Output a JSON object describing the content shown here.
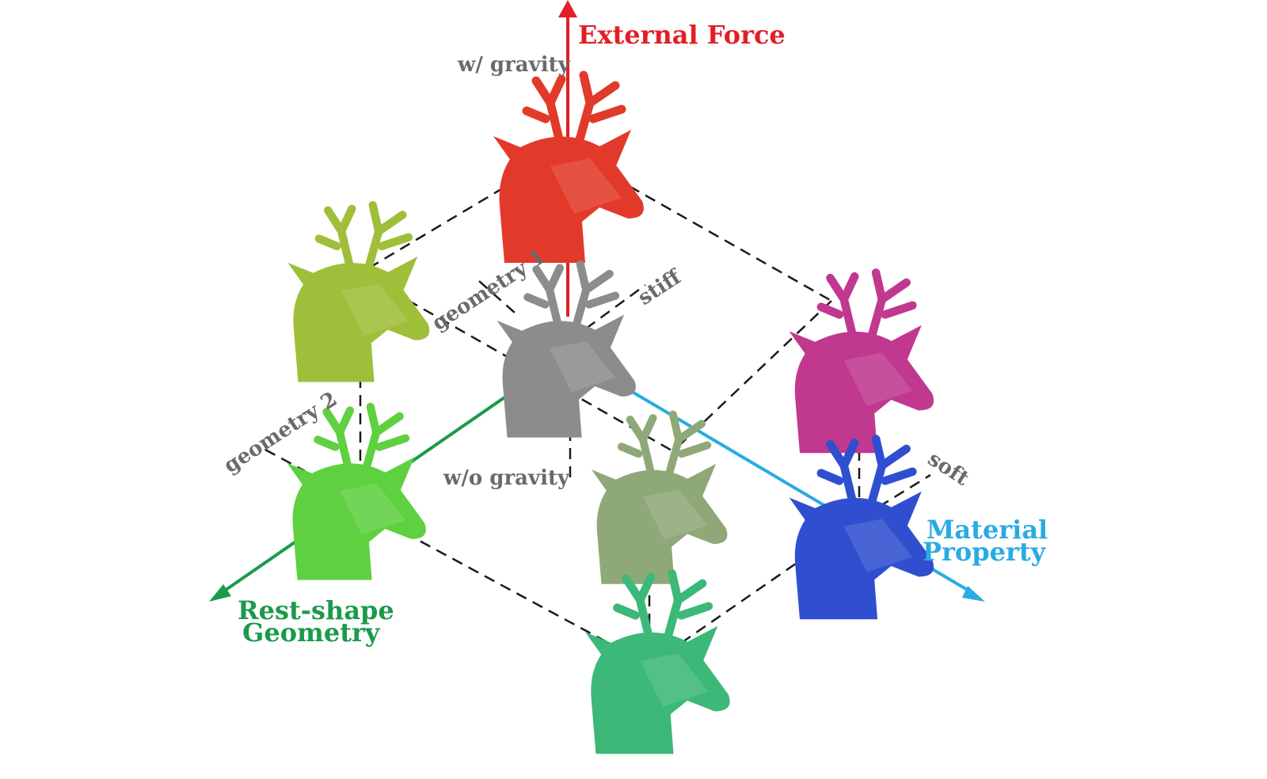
{
  "axes": {
    "external_force": {
      "label": "External Force",
      "color": "#e21f26"
    },
    "rest_shape": {
      "label_line1": "Rest-shape",
      "label_line2": "Geometry",
      "color": "#1a9a4a"
    },
    "material": {
      "label_line1": "Material",
      "label_line2": "Property",
      "color": "#29abe2"
    }
  },
  "ticks": {
    "w_gravity": "w/ gravity",
    "wo_gravity": "w/o gravity",
    "geometry1": "geometry 1",
    "geometry2": "geometry 2",
    "stiff": "stiff",
    "soft": "soft"
  },
  "colors": {
    "grey": "#8c8c8c",
    "red": "#e23a2a",
    "green": "#6bd646",
    "blue": "#2f4fd0",
    "magenta": "#b93fd0",
    "olive": "#a9b83a",
    "dashed": "#1a1a1a"
  }
}
